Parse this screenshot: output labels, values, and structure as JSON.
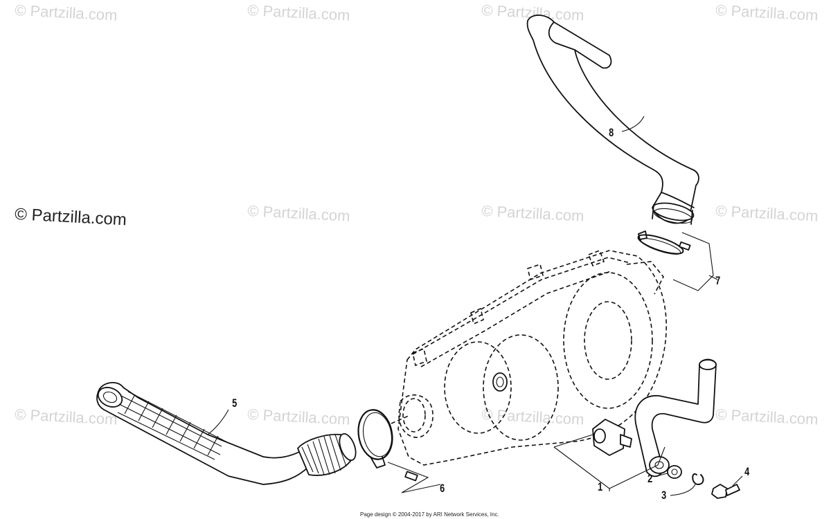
{
  "watermarks": {
    "text": "© Partzilla.com",
    "main": "© Partzilla.com"
  },
  "callouts": {
    "c1": "1",
    "c2": "2",
    "c3": "3",
    "c4": "4",
    "c5": "5",
    "c6": "6",
    "c7": "7",
    "c8": "8"
  },
  "footer": {
    "text": "Page design © 2004-2017 by ARI Network Services, Inc."
  }
}
